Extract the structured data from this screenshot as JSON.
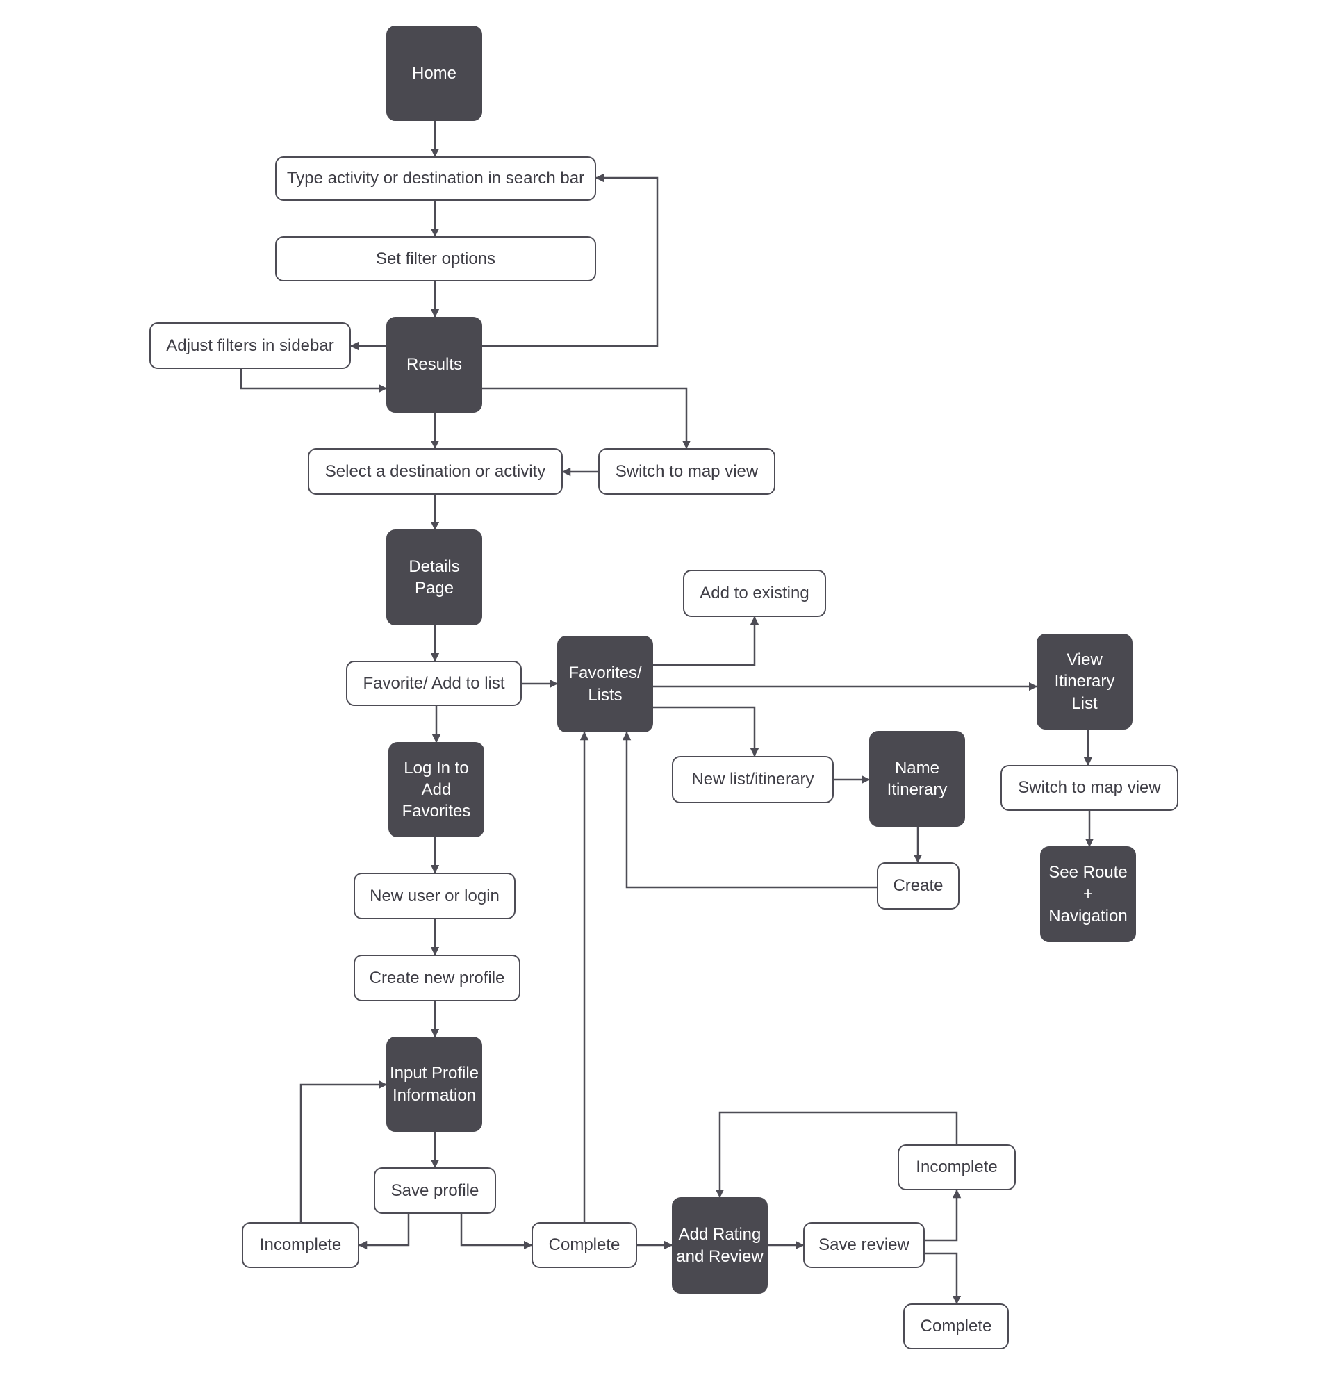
{
  "colors": {
    "dark_fill": "#4a4950",
    "line": "#4d4c55",
    "text_dark": "#3e3d45",
    "text_light": "#ffffff",
    "background": "#ffffff"
  },
  "nodes": {
    "home": "Home",
    "search": "Type activity or destination in search bar",
    "filters": "Set filter options",
    "results": "Results",
    "adjust": "Adjust filters in sidebar",
    "select": "Select a destination or activity",
    "mapview1": "Switch to map view",
    "details": "Details\nPage",
    "favorite": "Favorite/ Add to list",
    "favlists": "Favorites/\nLists",
    "addexisting": "Add to existing",
    "viewitin": "View\nItinerary\nList",
    "mapview2": "Switch to map view",
    "route": "See Route +\nNavigation",
    "newlist": "New list/itinerary",
    "nameitin": "Name\nItinerary",
    "create": "Create",
    "login": "Log In to\nAdd\nFavorites",
    "newuser": "New user or login",
    "createprofile": "Create new profile",
    "inputprofile": "Input Profile\nInformation",
    "saveprofile": "Save profile",
    "incomplete1": "Incomplete",
    "complete1": "Complete",
    "addrating": "Add Rating\nand Review",
    "savereview": "Save review",
    "incomplete2": "Incomplete",
    "complete2": "Complete"
  }
}
